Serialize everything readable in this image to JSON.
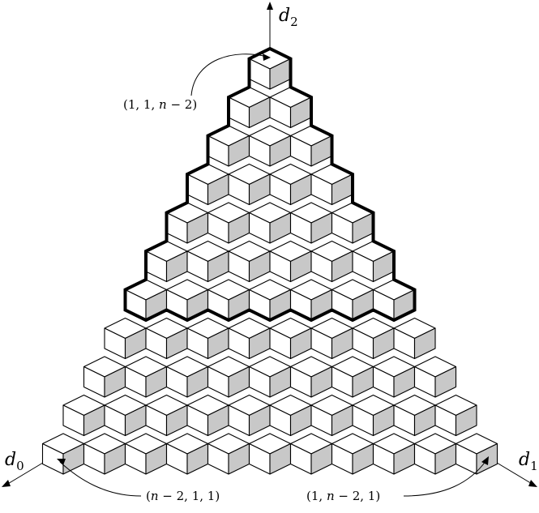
{
  "axes": {
    "top": {
      "letter": "d",
      "subscript": "2"
    },
    "left": {
      "letter": "d",
      "subscript": "0"
    },
    "right": {
      "letter": "d",
      "subscript": "1"
    }
  },
  "corner_labels": {
    "top": {
      "open": "(1, 1, ",
      "var": "n",
      "rest": " − 2)"
    },
    "left": {
      "open": "(",
      "var": "n",
      "rest": " − 2, 1, 1)"
    },
    "right": {
      "open": "(1, ",
      "var": "n",
      "rest": " − 2, 1)"
    }
  },
  "colors": {
    "shaded_face": "#c8c8c8",
    "line": "#000000"
  },
  "structure": {
    "rows": 11,
    "highlighted_rows": 7
  }
}
